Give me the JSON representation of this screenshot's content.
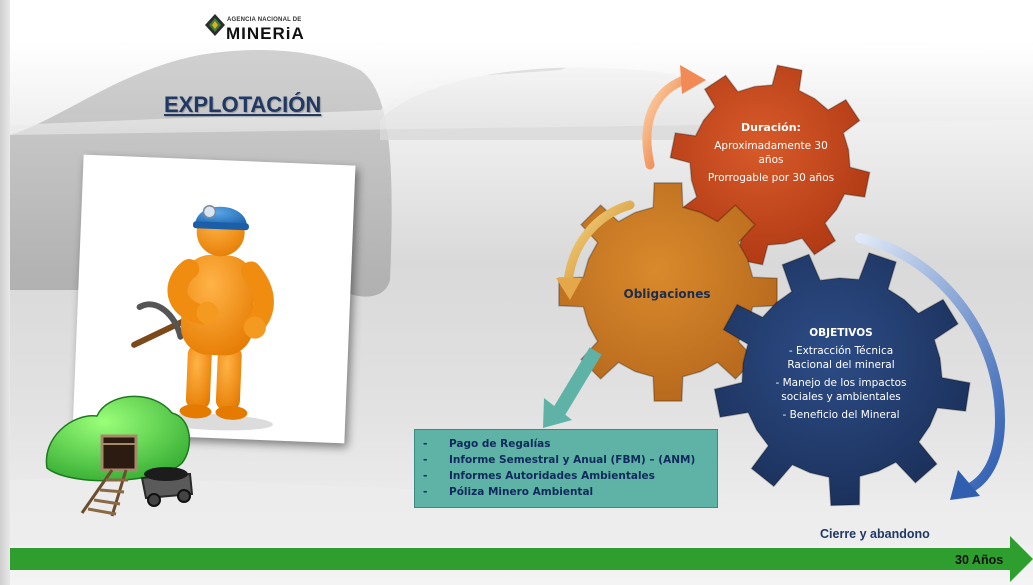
{
  "logo": {
    "agency": "AGENCIA NACIONAL DE",
    "brand": "MINERiA"
  },
  "slide": {
    "title": "EXPLOTACIÓN"
  },
  "gears": {
    "duration": {
      "heading": "Duración:",
      "line1": "Aproximadamente 30 años",
      "line2": "Prorrogable por 30 años",
      "color": "#c0451c"
    },
    "obligations": {
      "heading": "Obligaciones",
      "color": "#c8781e"
    },
    "objectives": {
      "heading": "OBJETIVOS",
      "items": [
        "- Extracción Técnica Racional del mineral",
        "- Manejo de los impactos sociales y ambientales",
        "- Beneficio del Mineral"
      ],
      "color": "#1f3864"
    }
  },
  "obligations_box": {
    "items": [
      "Pago de Regalías",
      "Informe Semestral y Anual (FBM) – (ANM)",
      "Informes Autoridades Ambientales",
      "Póliza Minero Ambiental"
    ],
    "bullet": "-",
    "color": "#5fb3a6"
  },
  "timeline": {
    "end_label": "Cierre y abandono",
    "duration_label": "30 Años",
    "color": "#2e9e2e"
  }
}
